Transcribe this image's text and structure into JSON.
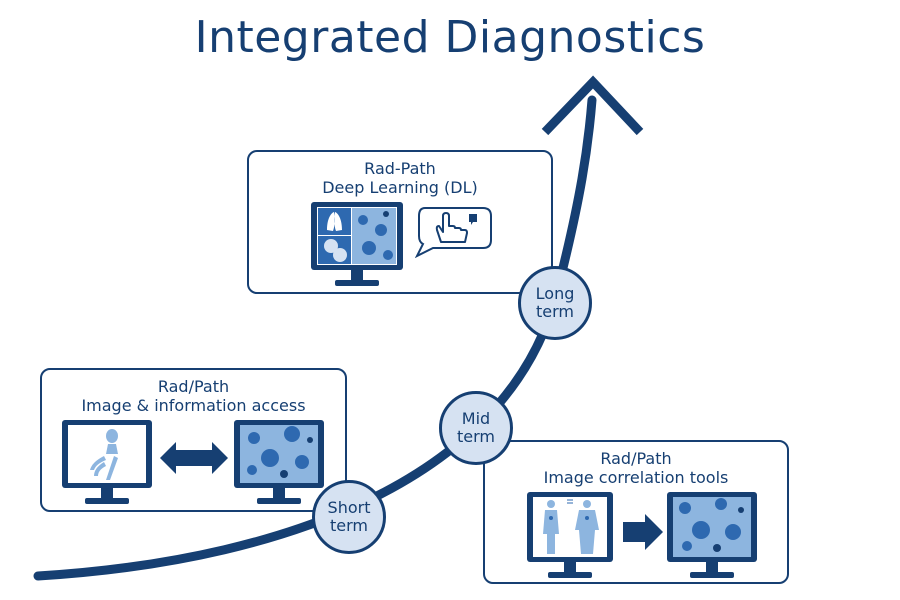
{
  "title": "Integrated Diagnostics",
  "colors": {
    "navy": "#163f72",
    "light_blue": "#d6e2f2",
    "screen_blue": "#2e69b0",
    "tissue_blue": "#8db5df"
  },
  "boxes": {
    "long_term": {
      "line1": "Rad-Path",
      "line2": "Deep Learning (DL)"
    },
    "short_term": {
      "line1": "Rad/Path",
      "line2": "Image & information access"
    },
    "mid_term": {
      "line1": "Rad/Path",
      "line2": "Image correlation tools"
    }
  },
  "nodes": {
    "short": {
      "line1": "Short",
      "line2": "term"
    },
    "mid": {
      "line1": "Mid",
      "line2": "term"
    },
    "long": {
      "line1": "Long",
      "line2": "term"
    }
  },
  "icons": [
    "growth-curve-arrow",
    "monitor-icon",
    "double-arrow-icon",
    "right-arrow-icon",
    "pointing-hand-icon",
    "speech-bubble-icon"
  ]
}
